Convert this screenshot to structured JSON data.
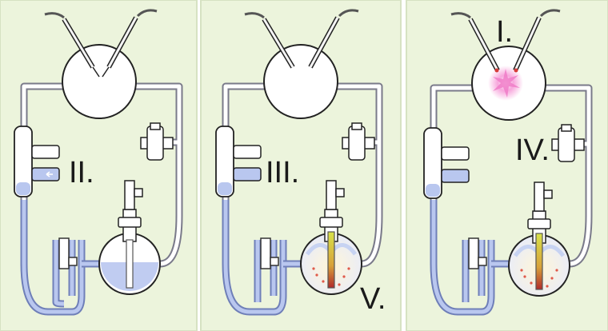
{
  "panels": [
    {
      "id": "panel-1",
      "labels": [
        "II."
      ]
    },
    {
      "id": "panel-2",
      "labels": [
        "III.",
        "V."
      ]
    },
    {
      "id": "panel-3",
      "labels": [
        "I.",
        "IV."
      ]
    }
  ],
  "colors": {
    "background": "#ecf4dc",
    "panel_border": "#d6e2c2",
    "tube_outer": "#7a7a8a",
    "tube_inner": "#ffffff",
    "water": "#b9c7ef",
    "water_edge": "#6f7fb8",
    "heater_glow": "#c8d64a",
    "heater_hot": "#c0392b",
    "spark": "#f07cc8",
    "label": "#1a1a1a"
  }
}
